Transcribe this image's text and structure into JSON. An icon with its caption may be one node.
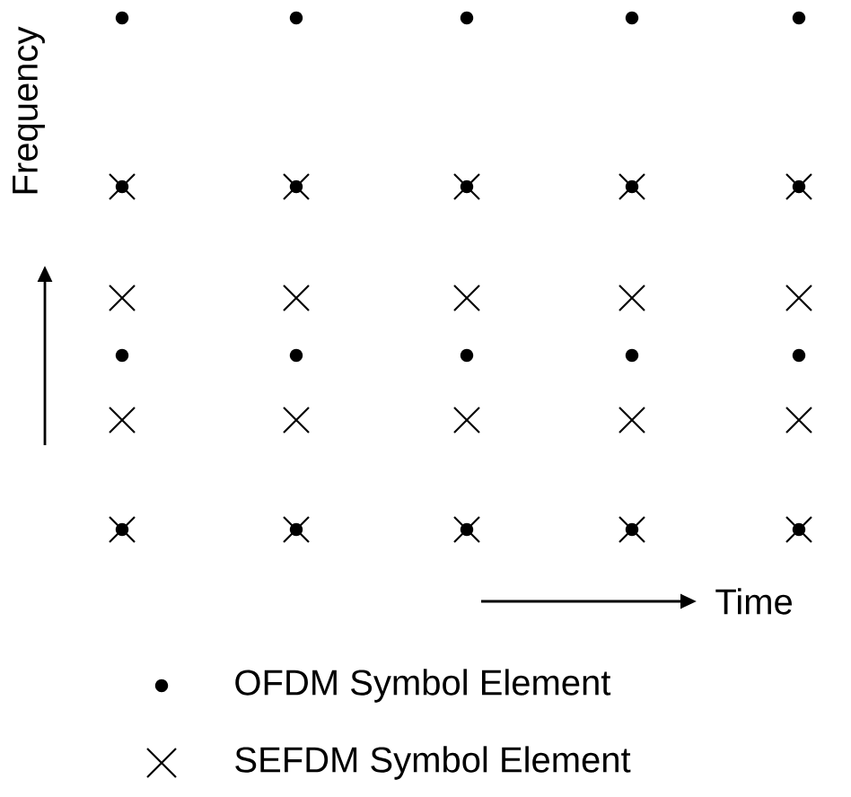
{
  "diagram": {
    "labels": [
      "Frequency",
      "Time"
    ],
    "legend": [
      {
        "text": "OFDM Symbol Element"
      },
      {
        "text": "SEFDM Symbol Element"
      }
    ]
  }
}
